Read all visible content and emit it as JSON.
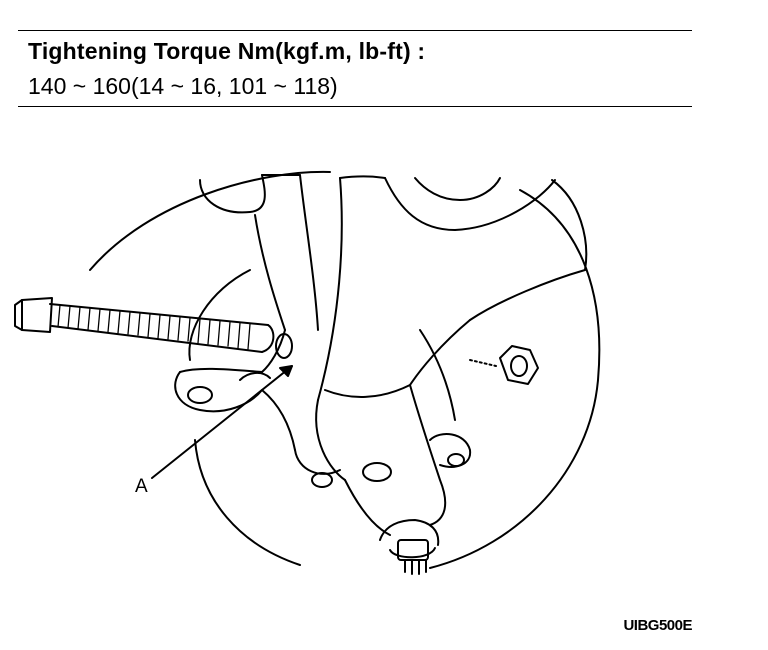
{
  "spec": {
    "title": "Tightening Torque Nm(kgf.m, lb-ft) :",
    "value": "140 ~ 160(14 ~ 16, 101 ~ 118)"
  },
  "figure": {
    "callout_label": "A",
    "figure_code": "UIBG500E"
  }
}
